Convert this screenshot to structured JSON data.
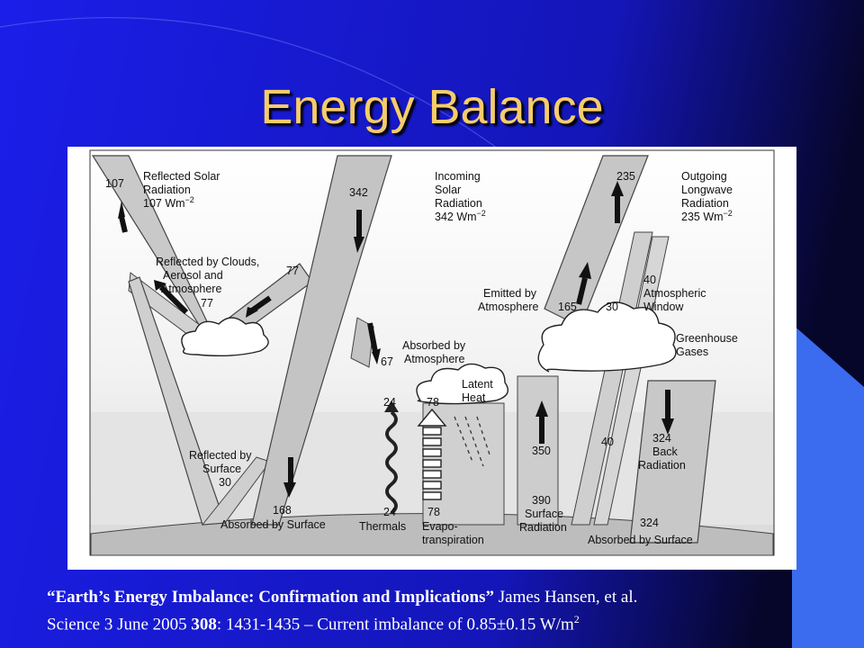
{
  "slide": {
    "title": "Energy Balance",
    "colors": {
      "background_from": "#1b1ee8",
      "background_to": "#06062a",
      "title": "#f6cc6a",
      "corner_accent": "#3b6cf0"
    }
  },
  "diagram": {
    "reflected_solar": {
      "value": "107",
      "label_line1": "Reflected Solar",
      "label_line2": "Radiation",
      "label_line3": "107 Wm",
      "unit_exp": "−2"
    },
    "incoming_solar": {
      "value": "342",
      "label_line1": "Incoming",
      "label_line2": "Solar",
      "label_line3": "Radiation",
      "label_line4": "342 Wm",
      "unit_exp": "−2"
    },
    "outgoing_longwave": {
      "value": "235",
      "label_line1": "Outgoing",
      "label_line2": "Longwave",
      "label_line3": "Radiation",
      "label_line4": "235 Wm",
      "unit_exp": "−2"
    },
    "reflected_clouds": {
      "value": "77",
      "value_bottom": "77",
      "label_line1": "Reflected by Clouds,",
      "label_line2": "Aerosol and",
      "label_line3": "Atmosphere"
    },
    "absorbed_atmosphere": {
      "value": "67",
      "label_line1": "Absorbed by",
      "label_line2": "Atmosphere"
    },
    "emitted_atmosphere": {
      "value": "165",
      "label_line1": "Emitted by",
      "label_line2": "Atmosphere"
    },
    "window_30": "30",
    "atmospheric_window": {
      "value": "40",
      "label_line1": "Atmospheric",
      "label_line2": "Window"
    },
    "greenhouse": {
      "label_line1": "Greenhouse",
      "label_line2": "Gases"
    },
    "latent_heat": {
      "value_top": "78",
      "label_line1": "Latent",
      "label_line2": "Heat"
    },
    "thermals": {
      "value": "24",
      "value_bottom": "24",
      "label": "Thermals"
    },
    "evapo": {
      "value": "78",
      "label_line1": "Evapo-",
      "label_line2": "transpiration"
    },
    "reflected_surface": {
      "value": "30",
      "label_line1": "Reflected by",
      "label_line2": "Surface"
    },
    "absorbed_surface": {
      "value": "168",
      "label": "Absorbed by Surface"
    },
    "surface_radiation": {
      "value_up": "350",
      "value": "390",
      "label_line1": "Surface",
      "label_line2": "Radiation"
    },
    "window_lower": "40",
    "back_radiation": {
      "value": "324",
      "label_line1": "Back",
      "label_line2": "Radiation"
    },
    "absorbed_surface_right": {
      "value": "324",
      "label": "Absorbed by Surface"
    }
  },
  "caption": {
    "quote_title": "“Earth’s Energy Imbalance: Confirmation and Implications”",
    "authors": " James Hansen, et al.",
    "line2_prefix": "Science 3 June 2005 ",
    "volume": "308",
    "line2_suffix": ": 1431-1435 – Current imbalance of 0.85±0.15 W/m",
    "unit_exp": "2"
  }
}
